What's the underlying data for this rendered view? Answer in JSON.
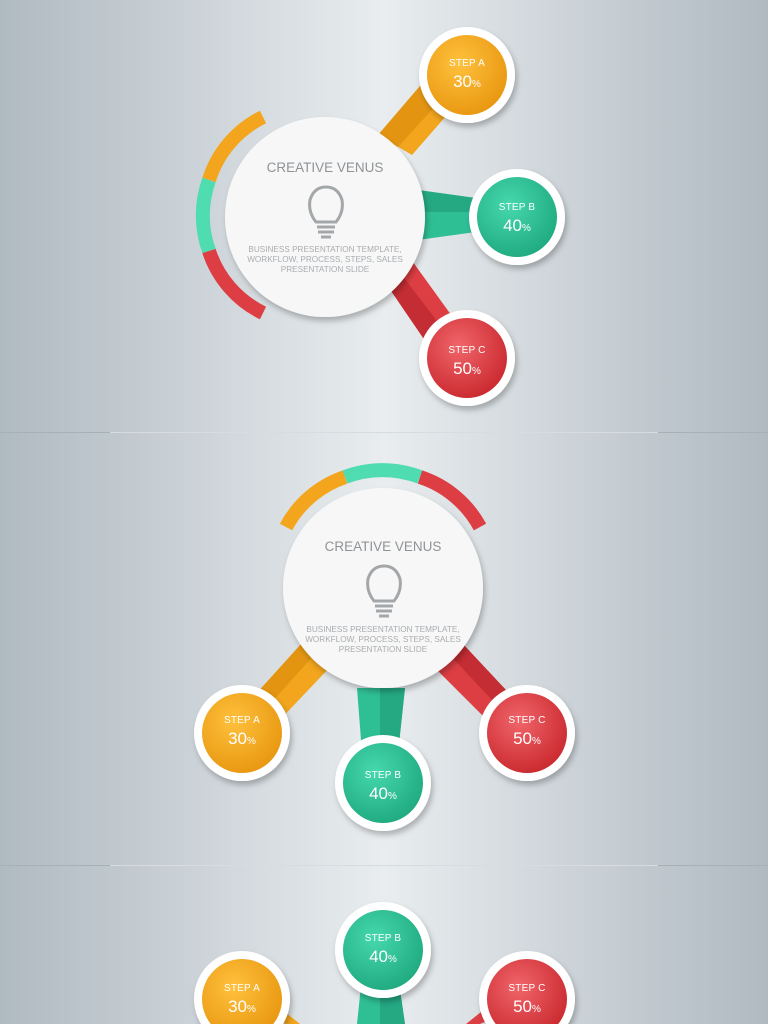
{
  "hub": {
    "title": "CREATIVE VENUS",
    "icon": "lightbulb-icon",
    "desc_line1": "BUSINESS PRESENTATION TEMPLATE,",
    "desc_line2": "WORKFLOW, PROCESS, STEPS, SALES",
    "desc_line3": "PRESENTATION SLIDE"
  },
  "steps": [
    {
      "label": "STEP A",
      "value": "30",
      "unit": "%",
      "color": "#f2a51d"
    },
    {
      "label": "STEP B",
      "value": "40",
      "unit": "%",
      "color": "#2fbf94"
    },
    {
      "label": "STEP C",
      "value": "50",
      "unit": "%",
      "color": "#dd3e43"
    }
  ],
  "colors": {
    "orange": "#f2a51d",
    "green": "#2fbf94",
    "red": "#dd3e43",
    "hub": "#f7f7f7"
  }
}
